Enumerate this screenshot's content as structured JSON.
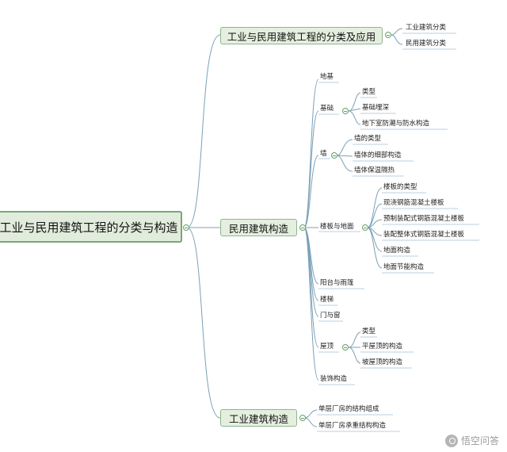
{
  "root": "工业与民用建筑工程的分类与构造",
  "main": {
    "top": "工业与民用建筑工程的分类及应用",
    "mid": "民用建筑构造",
    "bottom": "工业建筑构造"
  },
  "top_children": [
    "工业建筑分类",
    "民用建筑分类"
  ],
  "mid_children": {
    "dijie": "地基",
    "jichu": "基础",
    "jichu_sub": [
      "类型",
      "基础埋深",
      "地下室防潮与防水构造"
    ],
    "qiang": "墙",
    "qiang_sub": [
      "墙的类型",
      "墙体的细部构造",
      "墙体保温隔热"
    ],
    "loubandimian": "楼板与地面",
    "lou_sub": [
      "楼板的类型",
      "现浇钢筋混凝土楼板",
      "预制装配式钢筋混凝土楼板",
      "装配整体式钢筋混凝土楼板",
      "地面构造",
      "地面节能构造"
    ],
    "yangtai": "阳台与雨篷",
    "louti": "楼梯",
    "menchuang": "门与窗",
    "wuding": "屋顶",
    "wuding_sub": [
      "类型",
      "平屋顶的构造",
      "坡屋顶的构造"
    ],
    "zhuangshi": "装饰构造"
  },
  "bottom_children": [
    "单层厂房的结构组成",
    "单层厂房承重结构构造"
  ],
  "watermark": "悟空问答",
  "colors": {
    "line": "#7aa0b8",
    "node_fill": "#e5efdf",
    "node_border": "#8fb58f",
    "underline": "#b9cfe0"
  }
}
